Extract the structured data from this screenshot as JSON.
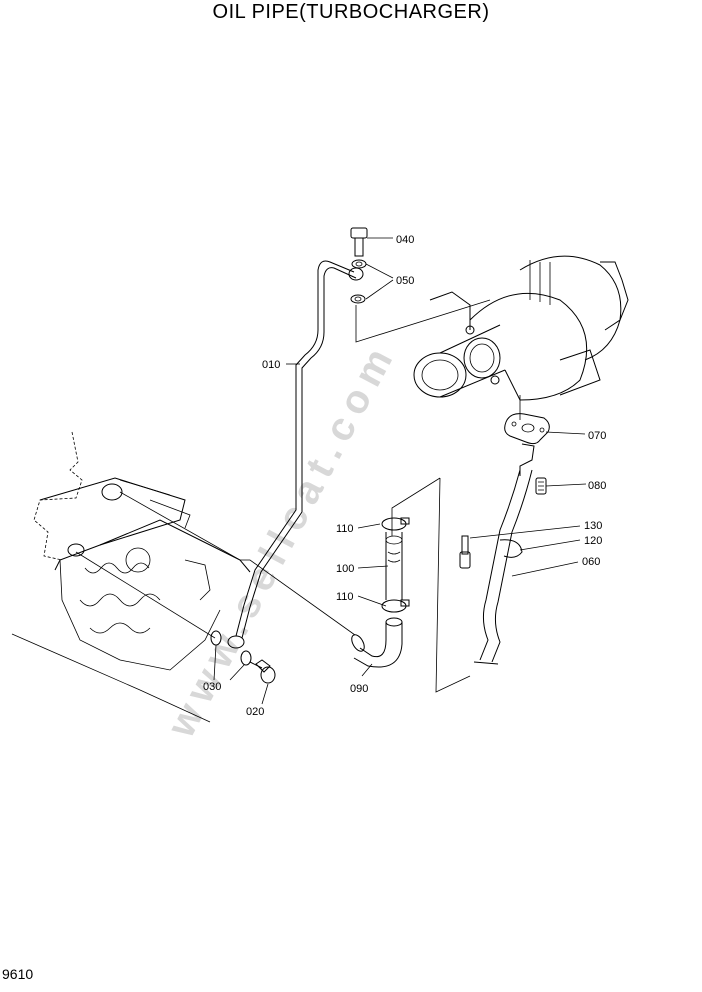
{
  "title": "OIL PIPE(TURBOCHARGER)",
  "page_number": "9610",
  "watermark": "www.sellcat.com",
  "labels": {
    "p010": "010",
    "p020": "020",
    "p030": "030",
    "p040": "040",
    "p050": "050",
    "p060": "060",
    "p070": "070",
    "p080": "080",
    "p090": "090",
    "p100": "100",
    "p110a": "110",
    "p110b": "110",
    "p120": "120",
    "p130": "130"
  }
}
